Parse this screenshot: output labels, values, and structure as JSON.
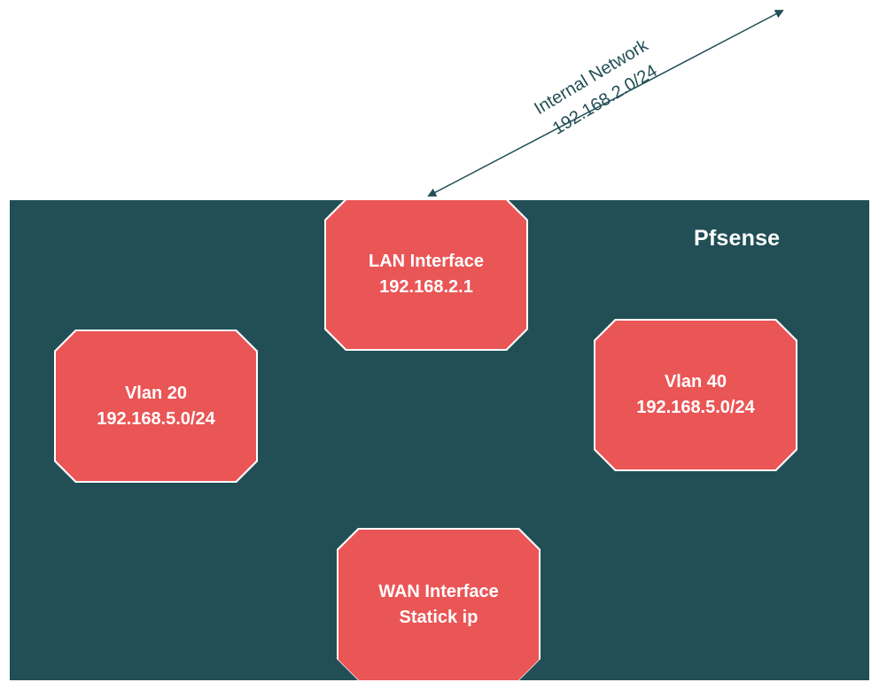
{
  "firewall": {
    "title": "Pfsense",
    "fill_color": "#214f55"
  },
  "nodes": {
    "lan": {
      "line1": "LAN Interface",
      "line2": "192.168.2.1"
    },
    "vlan20": {
      "line1": "Vlan 20",
      "line2": "192.168.5.0/24"
    },
    "vlan40": {
      "line1": "Vlan 40",
      "line2": "192.168.5.0/24"
    },
    "wan": {
      "line1": "WAN Interface",
      "line2": "Statick ip"
    },
    "fill_color": "#ea5556"
  },
  "link": {
    "line1": "Internal Network",
    "line2": "192.168.2.0/24",
    "color": "#214f55"
  }
}
